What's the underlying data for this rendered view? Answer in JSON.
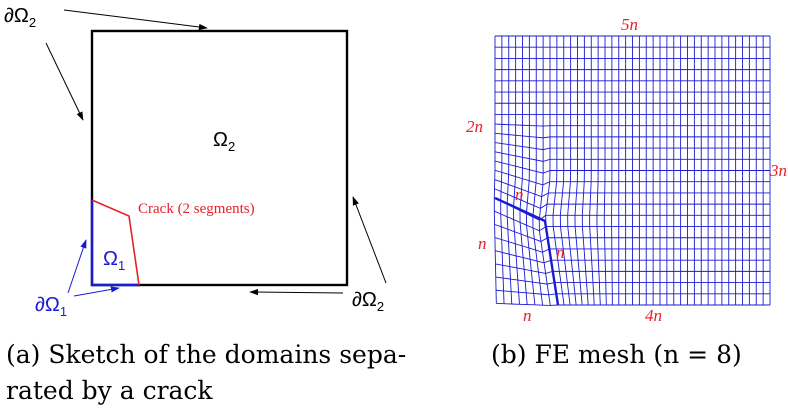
{
  "sketch": {
    "omega2_label": "Ω",
    "omega2_sub": "2",
    "omega1_label": "Ω",
    "omega1_sub": "1",
    "crack_label": "Crack (2 segments)",
    "boundary2_top": "∂Ω",
    "boundary2_top_sub": "2",
    "boundary2_right": "∂Ω",
    "boundary2_right_sub": "2",
    "boundary1": "∂Ω",
    "boundary1_sub": "1",
    "caption_line1": "(a) Sketch of the domains sepa-",
    "caption_line2": "rated by a crack"
  },
  "mesh": {
    "label_top": "5n",
    "label_left_upper": "2n",
    "label_right": "3n",
    "label_left_lower": "n",
    "label_bottom_left": "n",
    "label_bottom_right": "4n",
    "label_crack_upper": "n",
    "label_crack_lower": "n",
    "caption": "(b) FE mesh (n = 8)",
    "n": 8
  },
  "colors": {
    "black": "#000000",
    "crack": "#e8202a",
    "omega1": "#1a1ad4",
    "mesh": "#1a1ad4",
    "mesh_label": "#e8202a"
  }
}
